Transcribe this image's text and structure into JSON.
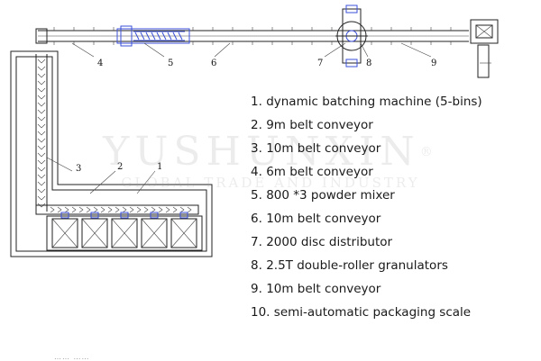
{
  "legend": [
    {
      "num": "1.",
      "text": "dynamic batching machine (5-bins)"
    },
    {
      "num": "2.",
      "text": "9m belt conveyor"
    },
    {
      "num": "3.",
      "text": "10m belt conveyor"
    },
    {
      "num": "4.",
      "text": "6m belt conveyor"
    },
    {
      "num": "5.",
      "text": "800 *3 powder mixer"
    },
    {
      "num": "6.",
      "text": "10m belt conveyor"
    },
    {
      "num": "7.",
      "text": "2000 disc distributor"
    },
    {
      "num": "8.",
      "text": "2.5T double-roller granulators"
    },
    {
      "num": "9.",
      "text": "10m belt conveyor"
    },
    {
      "num": "10.",
      "text": "semi-automatic packaging scale"
    }
  ],
  "callouts": [
    "1",
    "2",
    "3",
    "4",
    "5",
    "6",
    "7",
    "8",
    "9"
  ],
  "watermark": {
    "main": "YUSHUNXIN",
    "mark": "®",
    "sub": "GLOBAL TRADE AND INDUSTRY"
  },
  "footer": "……  ……"
}
